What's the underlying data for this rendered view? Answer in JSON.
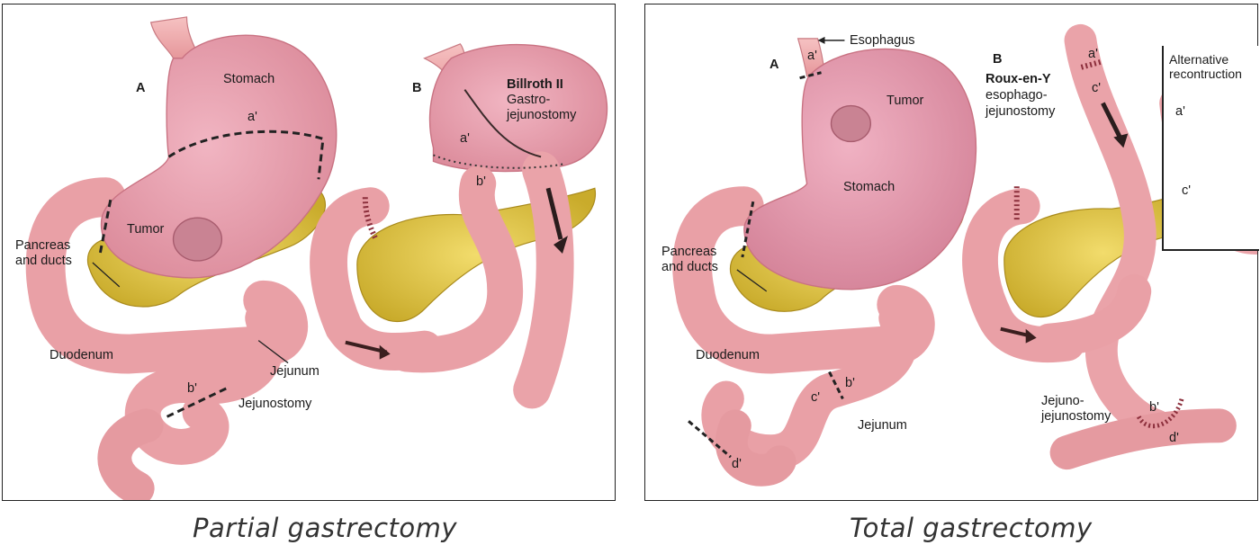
{
  "partial": {
    "caption": "Partial gastrectomy",
    "panel_a": {
      "letter": "A",
      "stomach": "Stomach",
      "a_prime": "a'",
      "tumor": "Tumor",
      "pancreas_line1": "Pancreas",
      "pancreas_line2": "and ducts",
      "duodenum": "Duodenum",
      "jejunum": "Jejunum",
      "b_prime": "b'",
      "jejunostomy": "Jejunostomy"
    },
    "panel_b": {
      "letter": "B",
      "title_bold": "Billroth II",
      "title_line2": "Gastro-",
      "title_line3": "jejunostomy",
      "a_prime": "a'",
      "b_prime": "b'"
    }
  },
  "total": {
    "caption": "Total gastrectomy",
    "panel_a": {
      "letter": "A",
      "esophagus": "Esophagus",
      "a_prime": "a'",
      "tumor": "Tumor",
      "stomach": "Stomach",
      "pancreas_line1": "Pancreas",
      "pancreas_line2": "and ducts",
      "duodenum": "Duodenum",
      "c_prime": "c'",
      "b_prime": "b'",
      "jejunum": "Jejunum",
      "d_prime": "d'"
    },
    "panel_b": {
      "letter": "B",
      "title_bold": "Roux-en-Y",
      "title_line2": "esophago-",
      "title_line3": "jejunostomy",
      "a_prime": "a'",
      "c_prime": "c'",
      "jj_line1": "Jejuno-",
      "jj_line2": "jejunostomy",
      "b_prime": "b'",
      "d_prime": "d'"
    },
    "inset": {
      "title_line1": "Alternative",
      "title_line2": "recontruction",
      "a_prime": "a'",
      "c_prime": "c'"
    }
  }
}
